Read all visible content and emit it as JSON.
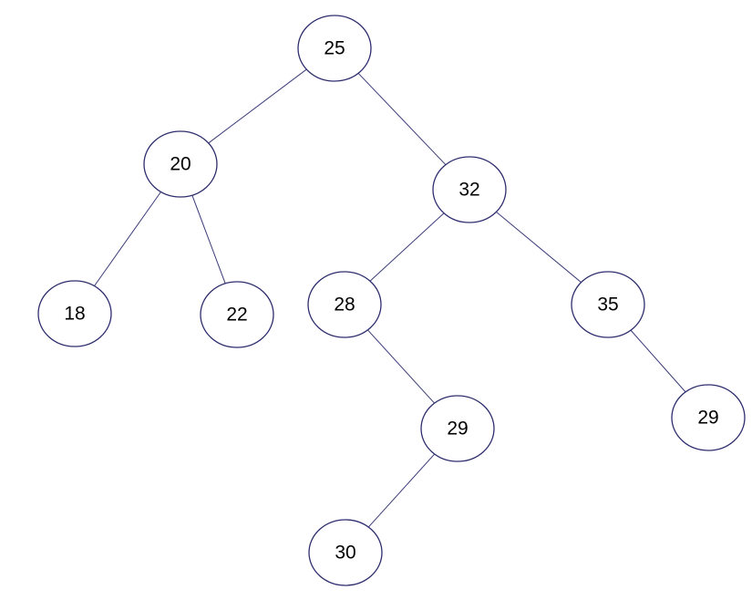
{
  "diagram": {
    "type": "binary-tree",
    "node_stroke_color": "#2e2e6e",
    "edge_color": "#3b3b7a",
    "nodes": [
      {
        "id": "n25",
        "label": "25"
      },
      {
        "id": "n20",
        "label": "20"
      },
      {
        "id": "n32",
        "label": "32"
      },
      {
        "id": "n18",
        "label": "18"
      },
      {
        "id": "n22",
        "label": "22"
      },
      {
        "id": "n28",
        "label": "28"
      },
      {
        "id": "n35",
        "label": "35"
      },
      {
        "id": "n29a",
        "label": "29"
      },
      {
        "id": "n29b",
        "label": "29"
      },
      {
        "id": "n30",
        "label": "30"
      }
    ],
    "edges": [
      {
        "from": "n25",
        "to": "n20"
      },
      {
        "from": "n25",
        "to": "n32"
      },
      {
        "from": "n20",
        "to": "n18"
      },
      {
        "from": "n20",
        "to": "n22"
      },
      {
        "from": "n32",
        "to": "n28"
      },
      {
        "from": "n32",
        "to": "n35"
      },
      {
        "from": "n28",
        "to": "n29a"
      },
      {
        "from": "n35",
        "to": "n29b"
      },
      {
        "from": "n29a",
        "to": "n30"
      }
    ]
  }
}
